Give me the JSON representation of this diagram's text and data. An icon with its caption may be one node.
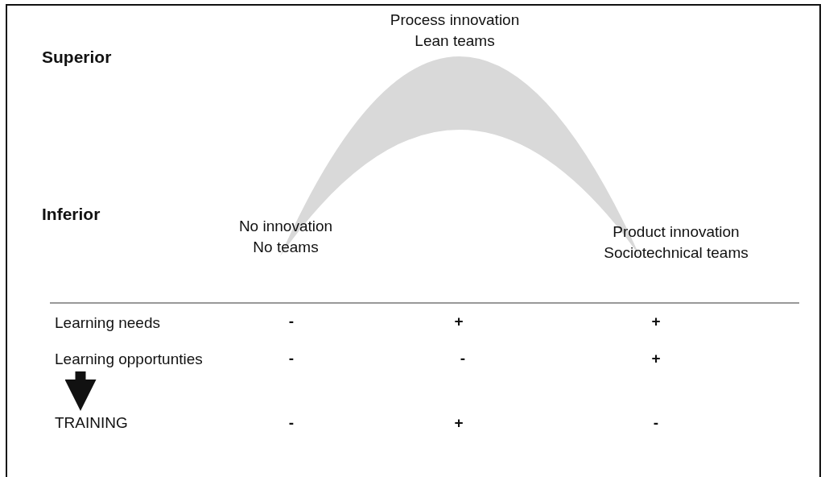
{
  "diagram": {
    "nodes": [
      {
        "text": [
          "Learning opportunties"
        ]
      },
      {
        "text": [
          "TRAINING"
        ]
      },
      {
        "text": [],
        "shape": "crescent"
      }
    ],
    "edges": [
      {
        "from": 0,
        "to": 1,
        "arrow": "to"
      }
    ],
    "labels": [
      "Process innovation Lean teams",
      "Superior",
      "Inferior",
      "No innovation No teams",
      "Product innovation Sociotechnical teams",
      "Learning needs",
      "-",
      "+",
      "+",
      "-",
      "-",
      "+",
      "-",
      "+",
      "-"
    ]
  }
}
